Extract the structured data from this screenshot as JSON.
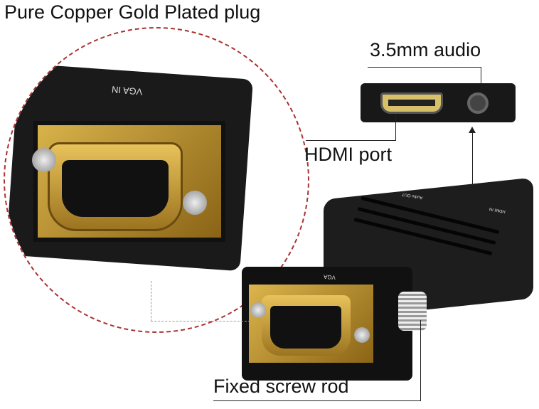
{
  "labels": {
    "copper": "Pure Copper Gold Plated plug",
    "audio": "3.5mm audio",
    "hdmi": "HDMI port",
    "screw": "Fixed screw rod"
  },
  "device_text": {
    "vga_in_big": "VGA IN",
    "vga_small": "VGA",
    "audio_out": "Audio OUT",
    "hdmi_in": "HDMI IN"
  },
  "colors": {
    "gold": "#d8b24a",
    "body": "#1a1a1a",
    "circle_border": "#aa3333"
  }
}
